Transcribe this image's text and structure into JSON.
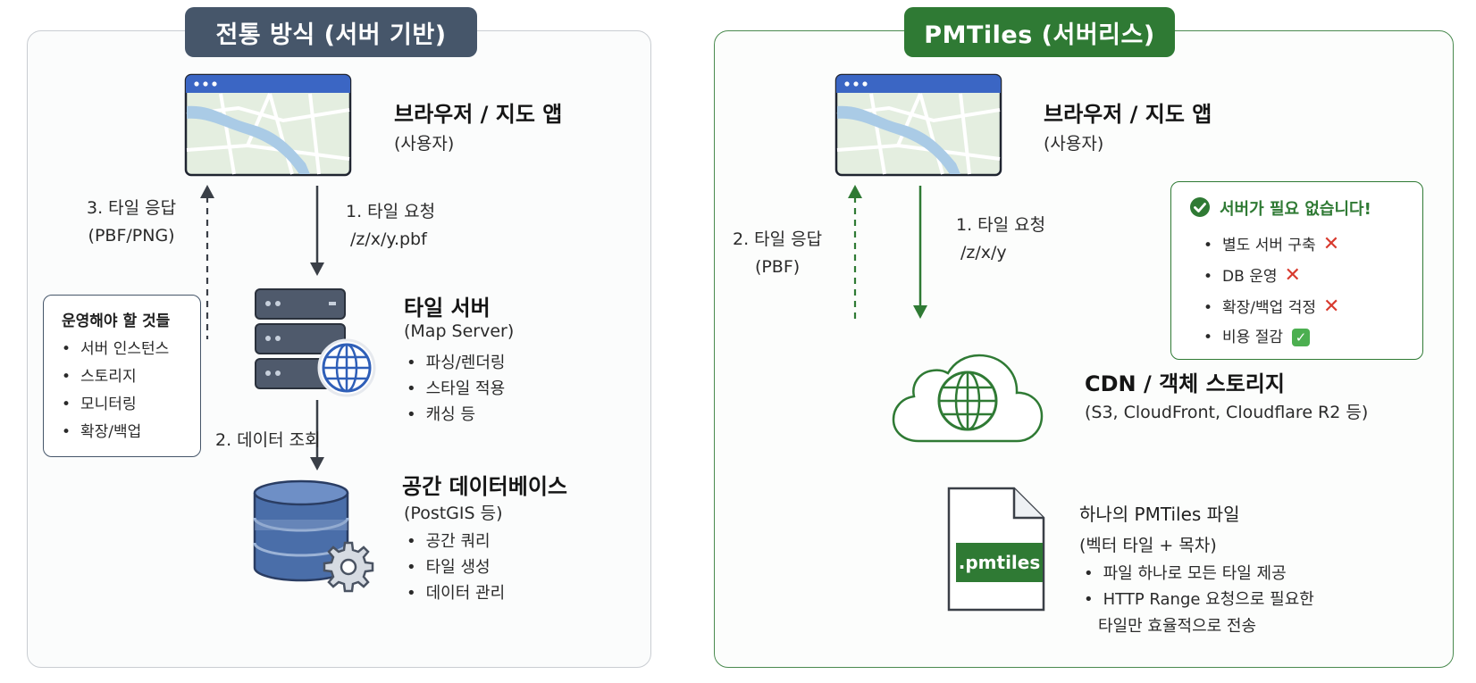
{
  "left": {
    "title": "전통 방식 (서버 기반)",
    "browser": {
      "title": "브라우저 / 지도 앱",
      "subtitle": "(사용자)"
    },
    "request": {
      "line1": "1. 타일 요청",
      "line2": "/z/x/y.pbf"
    },
    "response": {
      "line1": "3. 타일 응답",
      "line2": "(PBF/PNG)"
    },
    "ops": {
      "title": "운영해야 할 것들",
      "items": [
        "서버 인스턴스",
        "스토리지",
        "모니터링",
        "확장/백업"
      ]
    },
    "tile_server": {
      "title": "타일 서버",
      "subtitle": "(Map Server)",
      "items": [
        "파싱/렌더링",
        "스타일 적용",
        "캐싱 등"
      ]
    },
    "query": "2. 데이터 조회",
    "database": {
      "title": "공간 데이터베이스",
      "subtitle": "(PostGIS 등)",
      "items": [
        "공간 쿼리",
        "타일 생성",
        "데이터 관리"
      ]
    }
  },
  "right": {
    "title": "PMTiles (서버리스)",
    "browser": {
      "title": "브라우저 / 지도 앱",
      "subtitle": "(사용자)"
    },
    "request": {
      "line1": "1. 타일 요청",
      "line2": "/z/x/y"
    },
    "response": {
      "line1": "2. 타일 응답",
      "line2": "(PBF)"
    },
    "no_server": {
      "title": "서버가 필요 없습니다!",
      "items": [
        {
          "text": "별도 서버 구축",
          "mark": "✕"
        },
        {
          "text": "DB 운영",
          "mark": "✕"
        },
        {
          "text": "확장/백업 걱정",
          "mark": "✕"
        },
        {
          "text": "비용 절감",
          "mark": "✓"
        }
      ]
    },
    "cdn": {
      "title": "CDN / 객체 스토리지",
      "subtitle": "(S3, CloudFront, Cloudflare R2 등)"
    },
    "file": {
      "badge": ".pmtiles",
      "title": "하나의 PMTiles 파일",
      "subtitle": "(벡터 타일 + 목차)",
      "items": [
        "파일 하나로 모든 타일 제공",
        "HTTP Range 요청으로 필요한"
      ],
      "items_cont": "타일만 효율적으로 전송"
    }
  },
  "colors": {
    "slate": "#46566a",
    "green": "#2f7a34",
    "blue": "#3b66c4",
    "red": "#d83a2e",
    "map_green": "#d9ead3",
    "map_water": "#aacbe6"
  },
  "icons": [
    "browser-map-icon",
    "server-stack-icon",
    "globe-icon",
    "database-icon",
    "gear-icon",
    "cloud-globe-icon",
    "file-icon",
    "check-circle-icon",
    "cross-icon",
    "check-box-icon"
  ]
}
